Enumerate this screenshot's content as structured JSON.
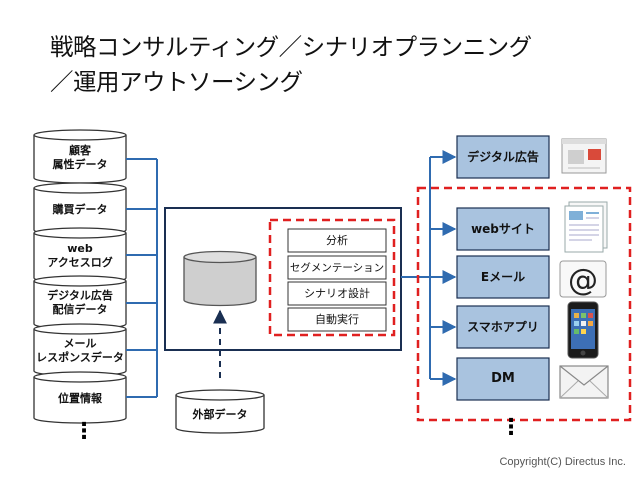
{
  "title": {
    "line1": "戦略コンサルティング／シナリオプランニング",
    "line2": "／運用アウトソーシング"
  },
  "sources": [
    {
      "label": "顧客\n属性データ"
    },
    {
      "label": "購買データ"
    },
    {
      "label": "web\nアクセスログ"
    },
    {
      "label": "デジタル広告\n配信データ"
    },
    {
      "label": "メール\nレスポンスデータ"
    },
    {
      "label": "位置情報"
    }
  ],
  "external": {
    "label": "外部データ"
  },
  "analysis": [
    {
      "label": "分析"
    },
    {
      "label": "セグメンテーション"
    },
    {
      "label": "シナリオ設計"
    },
    {
      "label": "自動実行"
    }
  ],
  "channels": [
    {
      "label": "デジタル広告",
      "icon": "web-ad-icon"
    },
    {
      "label": "webサイト",
      "icon": "document-icon"
    },
    {
      "label": "Eメール",
      "icon": "at-sign-icon"
    },
    {
      "label": "スマホアプリ",
      "icon": "smartphone-icon"
    },
    {
      "label": "DM",
      "icon": "envelope-icon"
    }
  ],
  "ellipsis": "⋮",
  "copyright": "Copyright(C)  Directus Inc.",
  "colors": {
    "channel_fill": "#a9c3df",
    "connector": "#2f6bb0",
    "dashed_red": "#e02020",
    "hub_border": "#1a2f52",
    "db_fill": "#cfcfcf"
  }
}
